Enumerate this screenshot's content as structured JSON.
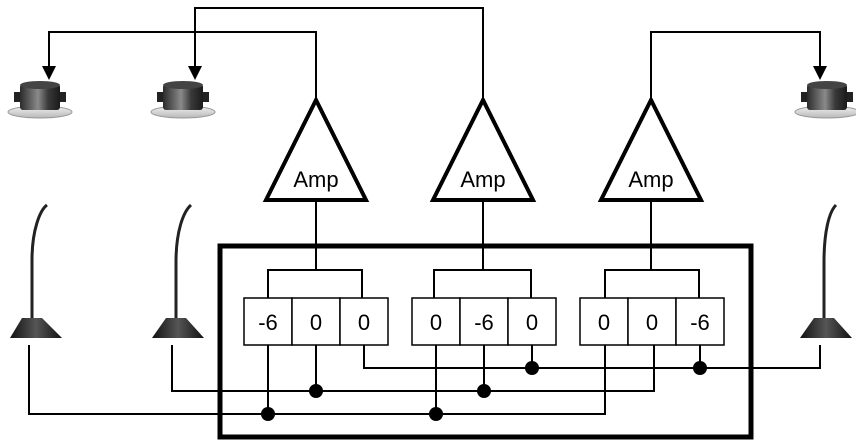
{
  "amplifiers": [
    {
      "label": "Amp"
    },
    {
      "label": "Amp"
    },
    {
      "label": "Amp"
    }
  ],
  "matrix": {
    "rows": [
      {
        "gains": [
          "-6",
          "0",
          "0"
        ]
      },
      {
        "gains": [
          "0",
          "-6",
          "0"
        ]
      },
      {
        "gains": [
          "0",
          "0",
          "-6"
        ]
      }
    ]
  },
  "icons": {
    "speaker": "ceiling-speaker-icon",
    "microphone": "gooseneck-microphone-icon"
  },
  "colors": {
    "line": "#000000",
    "background": "#ffffff"
  }
}
